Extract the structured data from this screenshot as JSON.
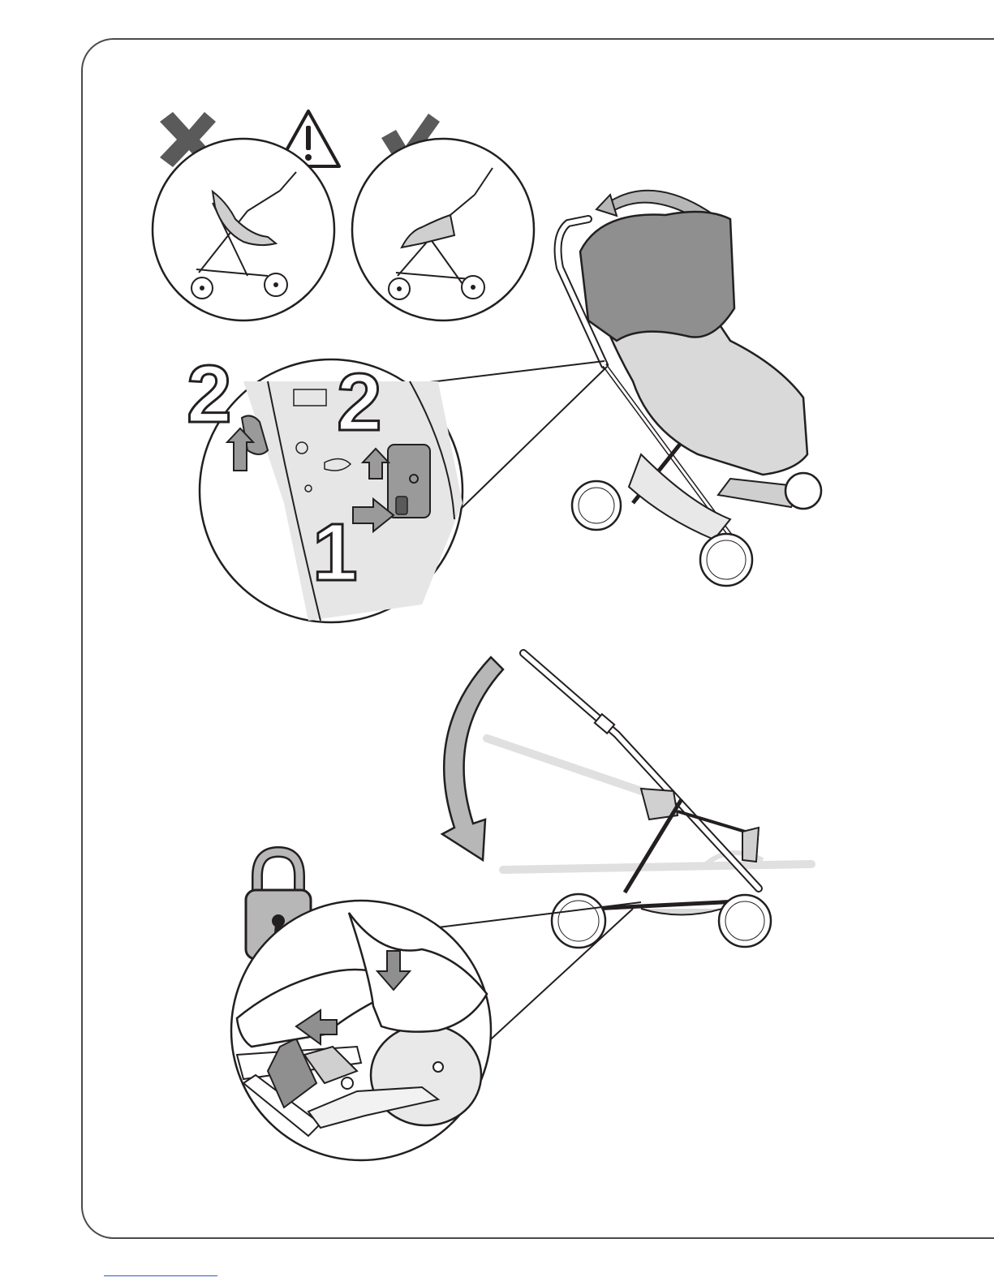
{
  "manual_page": {
    "step_numbers": {
      "release_button": "1",
      "lift_left": "2",
      "lift_right": "2"
    },
    "icons": {
      "incorrect": "cross-icon",
      "warning": "warning-triangle-icon",
      "correct": "checkmark-icon",
      "locked": "padlock-locked-icon"
    },
    "colors": {
      "line": "#231f20",
      "arrow_fill": "#b7b7b7",
      "canopy": "#8f8f8f",
      "seat": "#d9d9d9",
      "ghost": "#c8c8c8",
      "icon_dark": "#5a5a5a"
    }
  }
}
